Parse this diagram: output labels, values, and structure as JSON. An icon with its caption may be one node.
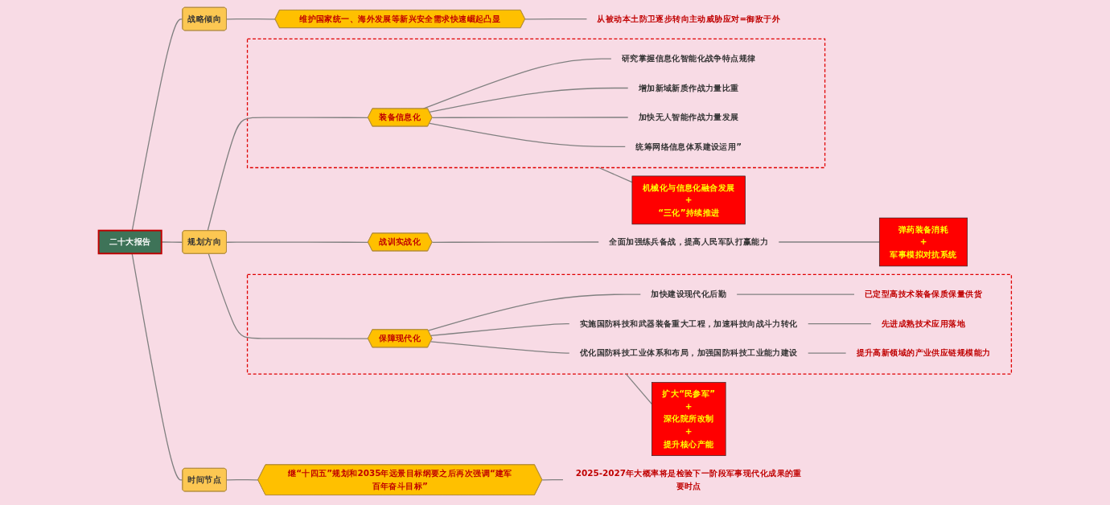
{
  "diagram": {
    "nodes": [
      {
        "text": [
          "二十大报告"
        ]
      },
      {
        "text": [
          "战略倾向"
        ]
      },
      {
        "text": [
          "维护国家统一、海外发展等新兴安全需求快速崛起凸显"
        ]
      },
      {
        "text": [
          "从被动本土防卫逐步转向主动威胁应对=御敌于外"
        ]
      },
      {
        "text": [
          "规划方向"
        ]
      },
      {
        "text": [],
        "shape": "box"
      },
      {
        "text": [
          "装备信息化"
        ],
        "in": 5
      },
      {
        "text": [
          "研究掌握信息化智能化战争特点规律"
        ],
        "in": 5
      },
      {
        "text": [
          "增加新域新质作战力量比重"
        ],
        "in": 5
      },
      {
        "text": [
          "加快无人智能作战力量发展"
        ],
        "in": 5
      },
      {
        "text": [
          "统筹网络信息体系建设运用”"
        ],
        "in": 5
      },
      {
        "text": [
          "机械化与信息化融合发展",
          "+",
          "“三化”持续推进"
        ]
      },
      {
        "text": [
          "战训实战化"
        ]
      },
      {
        "text": [
          "全面加强练兵备战，提高人民军队打赢能力"
        ]
      },
      {
        "text": [
          "弹药装备消耗",
          "+",
          "军事模拟对抗系统"
        ]
      },
      {
        "text": [],
        "shape": "box"
      },
      {
        "text": [
          "保障现代化"
        ],
        "in": 15
      },
      {
        "text": [
          "加快建设现代化后勤"
        ],
        "in": 15
      },
      {
        "text": [
          "已定型高技术装备保质保量供货"
        ],
        "in": 15
      },
      {
        "text": [
          "实施国防科技和武器装备重大工程，加速科技向战斗力转化"
        ],
        "in": 15
      },
      {
        "text": [
          "先进成熟技术应用落地"
        ],
        "in": 15
      },
      {
        "text": [
          "优化国防科技工业体系和布局，加强国防科技工业能力建设"
        ],
        "in": 15
      },
      {
        "text": [
          "提升高新领域的产业供应链规模能力"
        ],
        "in": 15
      },
      {
        "text": [
          "扩大“民参军”",
          "+",
          "深化院所改制",
          "+",
          "提升核心产能"
        ]
      },
      {
        "text": [
          "时间节点"
        ]
      },
      {
        "text": [
          "继“十四五”规划和2035年远景目标纲要之后再次强调“建军百年奋斗目标”"
        ]
      },
      {
        "text": [
          "2025-2027年大概率将是检验下一阶段军事现代化成果的重要时点"
        ]
      }
    ],
    "edges": [
      {
        "from": 0,
        "to": 1,
        "arrow": "none"
      },
      {
        "from": 0,
        "to": 4,
        "arrow": "none"
      },
      {
        "from": 0,
        "to": 24,
        "arrow": "none"
      },
      {
        "from": 1,
        "to": 2,
        "arrow": "none"
      },
      {
        "from": 2,
        "to": 3,
        "arrow": "none"
      },
      {
        "from": 4,
        "to": 6,
        "arrow": "none"
      },
      {
        "from": 4,
        "to": 12,
        "arrow": "none"
      },
      {
        "from": 4,
        "to": 16,
        "arrow": "none"
      },
      {
        "from": 6,
        "to": 7,
        "arrow": "none"
      },
      {
        "from": 6,
        "to": 8,
        "arrow": "none"
      },
      {
        "from": 6,
        "to": 9,
        "arrow": "none"
      },
      {
        "from": 6,
        "to": 10,
        "arrow": "none"
      },
      {
        "from": 11,
        "to": 5,
        "arrow": "none"
      },
      {
        "from": 12,
        "to": 13,
        "arrow": "none"
      },
      {
        "from": 14,
        "to": 13,
        "arrow": "none"
      },
      {
        "from": 16,
        "to": 17,
        "arrow": "none"
      },
      {
        "from": 16,
        "to": 19,
        "arrow": "none"
      },
      {
        "from": 16,
        "to": 21,
        "arrow": "none"
      },
      {
        "from": 17,
        "to": 18,
        "arrow": "none"
      },
      {
        "from": 19,
        "to": 20,
        "arrow": "none"
      },
      {
        "from": 21,
        "to": 22,
        "arrow": "none"
      },
      {
        "from": 23,
        "to": 15,
        "arrow": "none"
      },
      {
        "from": 24,
        "to": 25,
        "arrow": "none"
      },
      {
        "from": 25,
        "to": 26,
        "arrow": "none"
      }
    ]
  }
}
